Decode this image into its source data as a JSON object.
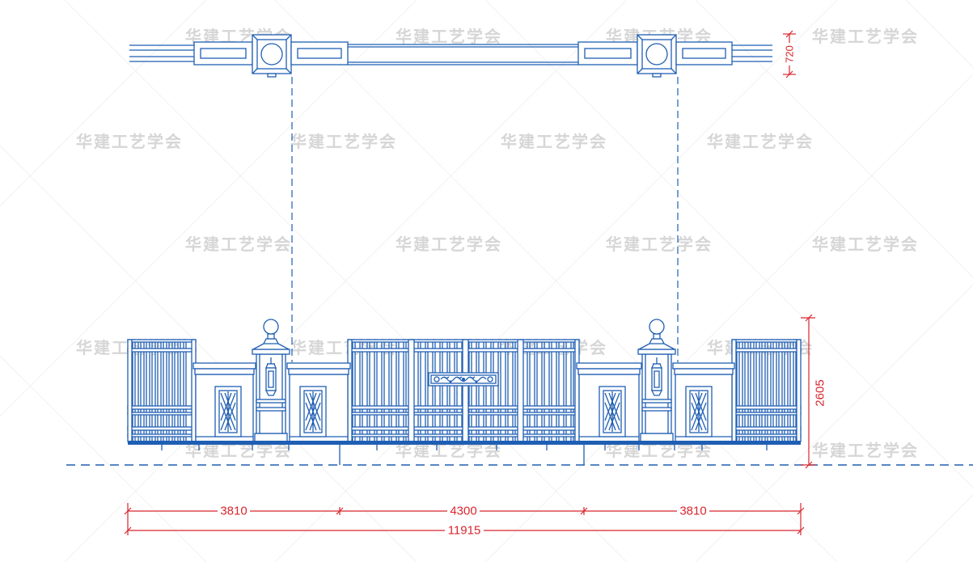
{
  "drawing": {
    "colors": {
      "background": "#ffffff",
      "line": "#1f5fb3",
      "dimension": "#d8262e",
      "watermark": "#d6d6d6"
    },
    "watermark": {
      "text": "华建工艺学会"
    },
    "plan_view": {
      "depth_dimension": "720"
    },
    "elevation": {
      "height_dimension": "2605"
    },
    "dimensions": {
      "left_span": "3810",
      "center_span": "4300",
      "right_span": "3810",
      "overall_length": "11915"
    }
  }
}
